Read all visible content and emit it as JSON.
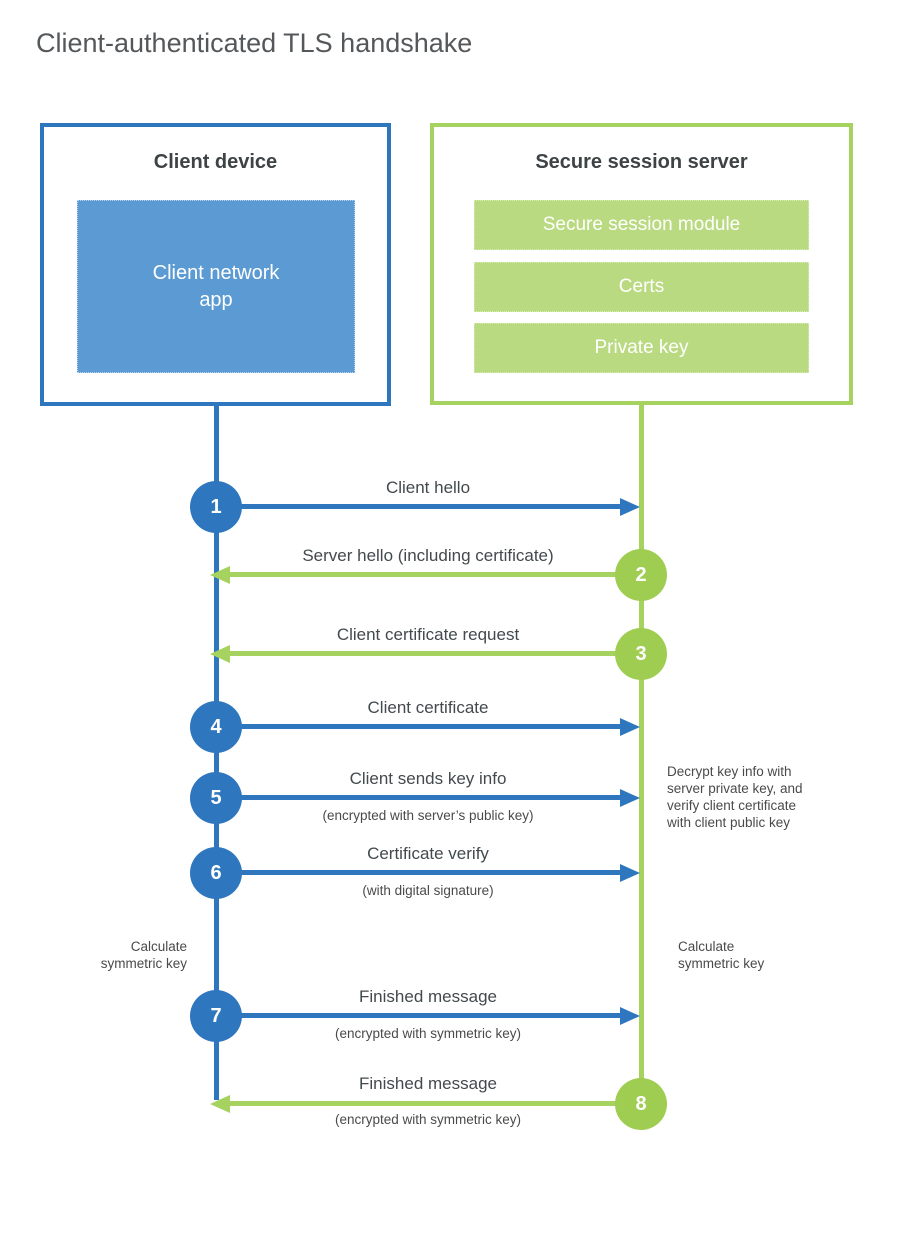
{
  "title": "Client-authenticated TLS handshake",
  "colors": {
    "blue_line": "#2e76bd",
    "blue_fill": "#5b9ad2",
    "green_line": "#a6d25f",
    "green_circle": "#9fcd52",
    "green_fill": "#b9da80"
  },
  "client_box": {
    "title": "Client device",
    "app_label": "Client network app"
  },
  "server_box": {
    "title": "Secure session server",
    "modules": [
      "Secure session module",
      "Certs",
      "Private key"
    ]
  },
  "steps": [
    {
      "num": "1",
      "label": "Client hello",
      "direction": "right",
      "color": "blue"
    },
    {
      "num": "2",
      "label": "Server hello (including certificate)",
      "direction": "left",
      "color": "green"
    },
    {
      "num": "3",
      "label": "Client certificate request",
      "direction": "left",
      "color": "green"
    },
    {
      "num": "4",
      "label": "Client certificate",
      "direction": "right",
      "color": "blue"
    },
    {
      "num": "5",
      "label": "Client sends key info",
      "sublabel": "(encrypted with server’s public key)",
      "direction": "right",
      "color": "blue"
    },
    {
      "num": "6",
      "label": "Certificate verify",
      "sublabel": "(with digital signature)",
      "direction": "right",
      "color": "blue"
    },
    {
      "num": "7",
      "label": "Finished message",
      "sublabel": "(encrypted with symmetric key)",
      "direction": "right",
      "color": "blue"
    },
    {
      "num": "8",
      "label": "Finished message",
      "sublabel": "(encrypted with symmetric key)",
      "direction": "left",
      "color": "green"
    }
  ],
  "notes": {
    "decrypt": {
      "lines": [
        "Decrypt key info with",
        "server private key, and",
        "verify client certificate",
        "with client public key"
      ]
    },
    "calc_left": {
      "lines": [
        "Calculate",
        "symmetric key"
      ]
    },
    "calc_right": {
      "lines": [
        "Calculate",
        "symmetric key"
      ]
    }
  }
}
